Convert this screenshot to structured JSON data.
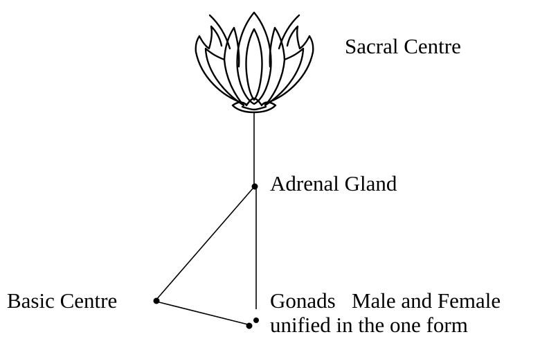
{
  "diagram": {
    "labels": {
      "sacral_centre": "Sacral Centre",
      "adrenal_gland": "Adrenal Gland",
      "basic_centre": "Basic Centre",
      "gonads_line1": "Gonads   Male and Female",
      "gonads_line2": "unified in the one form"
    },
    "colors": {
      "ink": "#000000",
      "background": "#ffffff"
    },
    "icons": {
      "lotus": "lotus-flower-icon"
    }
  }
}
